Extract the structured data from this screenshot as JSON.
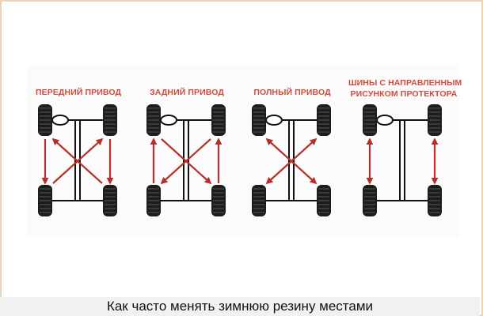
{
  "diagrams": [
    {
      "title_lines": [
        "ПЕРЕДНИЙ ПРИВОД"
      ],
      "pattern": "front-wheel-drive"
    },
    {
      "title_lines": [
        "ЗАДНИЙ ПРИВОД"
      ],
      "pattern": "rear-wheel-drive"
    },
    {
      "title_lines": [
        "ПОЛНЫЙ ПРИВОД"
      ],
      "pattern": "all-wheel-drive"
    },
    {
      "title_lines": [
        "ШИНЫ С НАПРАВЛЕННЫМ",
        "РИСУНКОМ ПРОТЕКТОРА"
      ],
      "pattern": "directional-tires"
    }
  ],
  "caption": "Как часто менять зимнюю резину местами",
  "colors": {
    "arrow": "#b5302a",
    "title": "#d14b3d",
    "tire": "#1c1c1c",
    "frame": "#111111",
    "border": "#ecd3b6"
  }
}
